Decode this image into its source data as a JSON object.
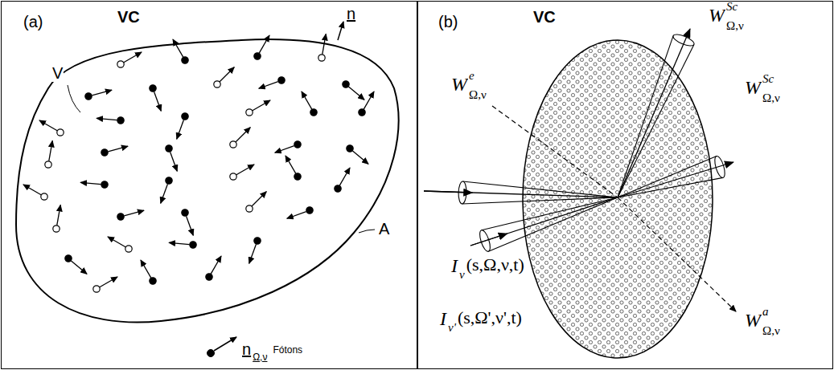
{
  "diagram": {
    "nodes": [
      {
        "text": [
          "(a)",
          "VC"
        ]
      },
      {
        "text": [
          "(b)",
          "VC"
        ]
      }
    ],
    "labels": [
      "n",
      "V",
      "A",
      "n",
      "Ω,ν",
      "Fótons",
      "W",
      "Sc",
      "Ω,ν",
      "W",
      "Sc",
      "Ω,ν",
      "W",
      "e",
      "Ω,ν",
      "I",
      "ν",
      "(s,Ω,ν,t)",
      "W",
      "a",
      "Ω,ν",
      "I",
      "ν'",
      "(s,Ω',ν',t)"
    ]
  }
}
